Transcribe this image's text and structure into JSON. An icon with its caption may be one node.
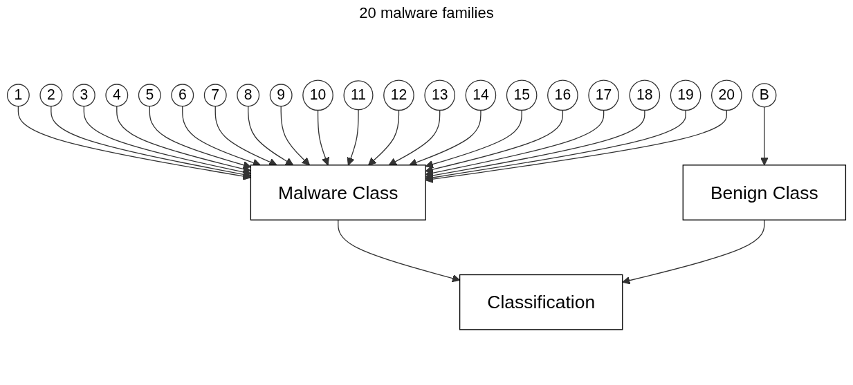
{
  "diagram": {
    "nodes": [
      {
        "text": [
          "1"
        ]
      },
      {
        "text": [
          "2"
        ]
      },
      {
        "text": [
          "3"
        ]
      },
      {
        "text": [
          "4"
        ]
      },
      {
        "text": [
          "5"
        ]
      },
      {
        "text": [
          "6"
        ]
      },
      {
        "text": [
          "7"
        ]
      },
      {
        "text": [
          "8"
        ]
      },
      {
        "text": [
          "9"
        ]
      },
      {
        "text": [
          "10"
        ]
      },
      {
        "text": [
          "11"
        ]
      },
      {
        "text": [
          "12"
        ]
      },
      {
        "text": [
          "13"
        ]
      },
      {
        "text": [
          "14"
        ]
      },
      {
        "text": [
          "15"
        ]
      },
      {
        "text": [
          "16"
        ]
      },
      {
        "text": [
          "17"
        ]
      },
      {
        "text": [
          "18"
        ]
      },
      {
        "text": [
          "19"
        ]
      },
      {
        "text": [
          "20"
        ]
      },
      {
        "text": [
          "B"
        ]
      },
      {
        "text": [
          "Malware Class"
        ]
      },
      {
        "text": [
          "Benign Class"
        ]
      },
      {
        "text": [
          "Classification"
        ]
      }
    ],
    "edges": [
      {
        "from": 0,
        "to": 21,
        "arrow": "to"
      },
      {
        "from": 1,
        "to": 21,
        "arrow": "to"
      },
      {
        "from": 2,
        "to": 21,
        "arrow": "to"
      },
      {
        "from": 3,
        "to": 21,
        "arrow": "to"
      },
      {
        "from": 4,
        "to": 21,
        "arrow": "to"
      },
      {
        "from": 5,
        "to": 21,
        "arrow": "to"
      },
      {
        "from": 6,
        "to": 21,
        "arrow": "to"
      },
      {
        "from": 7,
        "to": 21,
        "arrow": "to"
      },
      {
        "from": 8,
        "to": 21,
        "arrow": "to"
      },
      {
        "from": 9,
        "to": 21,
        "arrow": "to"
      },
      {
        "from": 10,
        "to": 21,
        "arrow": "to"
      },
      {
        "from": 11,
        "to": 21,
        "arrow": "to"
      },
      {
        "from": 12,
        "to": 21,
        "arrow": "to"
      },
      {
        "from": 13,
        "to": 21,
        "arrow": "to"
      },
      {
        "from": 14,
        "to": 21,
        "arrow": "to"
      },
      {
        "from": 15,
        "to": 21,
        "arrow": "to"
      },
      {
        "from": 16,
        "to": 21,
        "arrow": "to"
      },
      {
        "from": 17,
        "to": 21,
        "arrow": "to"
      },
      {
        "from": 18,
        "to": 21,
        "arrow": "to"
      },
      {
        "from": 19,
        "to": 21,
        "arrow": "to"
      },
      {
        "from": 20,
        "to": 22,
        "arrow": "to"
      },
      {
        "from": 21,
        "to": 23,
        "arrow": "to"
      },
      {
        "from": 22,
        "to": 23,
        "arrow": "to"
      }
    ],
    "labels": [
      "20 malware families"
    ]
  }
}
